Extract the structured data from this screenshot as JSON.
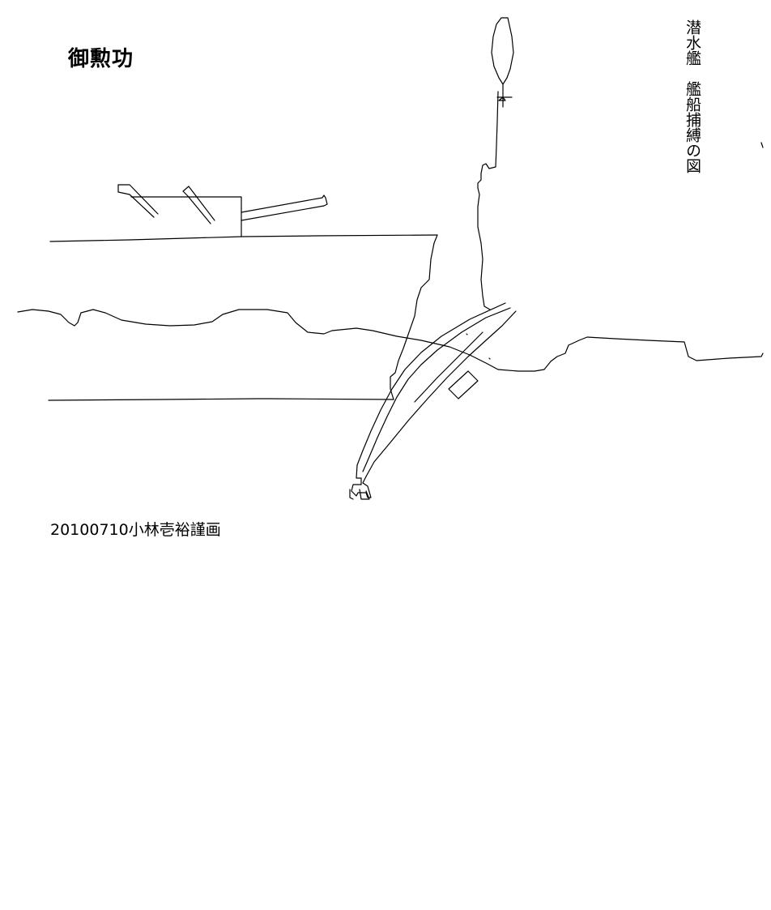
{
  "drawing": {
    "title": "御勲功",
    "caption": "潜水艦　艦船捕縛の図",
    "signature": "20100710小林壱裕謹画",
    "line_color": "#000000",
    "background_color": "#ffffff",
    "subjects": [
      "warship",
      "submarine",
      "sea-surface",
      "balloon"
    ]
  }
}
